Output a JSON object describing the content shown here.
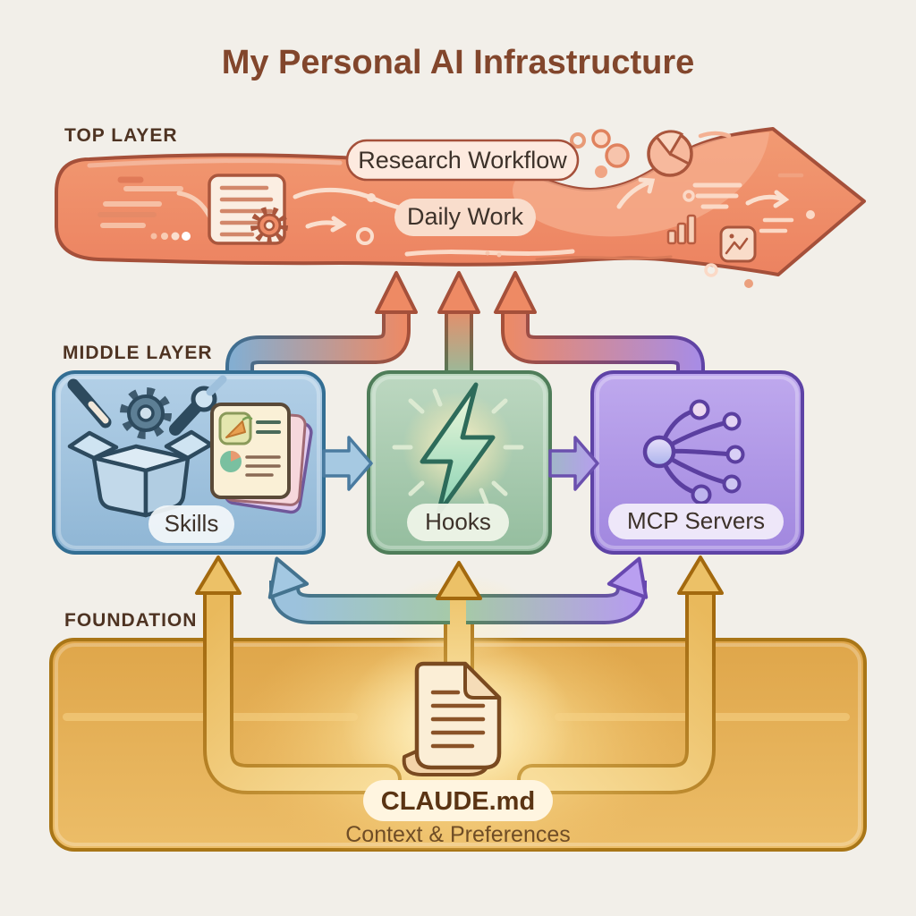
{
  "title": "My Personal AI Infrastructure",
  "top_layer": {
    "label": "TOP LAYER",
    "workflow_pill": "Research Workflow",
    "daily_pill": "Daily Work",
    "icons": [
      "document-gear-icon",
      "pie-chart-icon",
      "bar-chart-icon",
      "image-icon",
      "flow-arrow-icon",
      "bubbles-icon"
    ]
  },
  "middle_layer": {
    "label": "MIDDLE LAYER",
    "skills_label": "Skills",
    "hooks_label": "Hooks",
    "mcp_label": "MCP Servers",
    "icons": [
      "toolbox-icon",
      "skill-cards-icon",
      "lightning-bolt-icon",
      "network-nodes-icon"
    ]
  },
  "foundation": {
    "label": "FOUNDATION",
    "file_name": "CLAUDE.md",
    "caption": "Context & Preferences",
    "icons": [
      "claude-document-icon"
    ]
  },
  "colors": {
    "background": "#f2efe9",
    "title_text": "#82462c",
    "label_text": "#4e3322",
    "top_band": "#ef8a64",
    "top_band_border": "#a5503a",
    "skills_blue": "#9dc0dc",
    "skills_border": "#336e93",
    "hooks_green": "#a3c7ab",
    "hooks_border": "#4f7d59",
    "mcp_purple": "#ab91e5",
    "mcp_border": "#5e43a6",
    "foundation_gold": "#e5ae56",
    "foundation_border": "#a97617",
    "gold_arrow": "#ecc167",
    "pill_text": "#3d322a",
    "claude_text": "#5a3413",
    "caption_text": "#6f4d26"
  }
}
